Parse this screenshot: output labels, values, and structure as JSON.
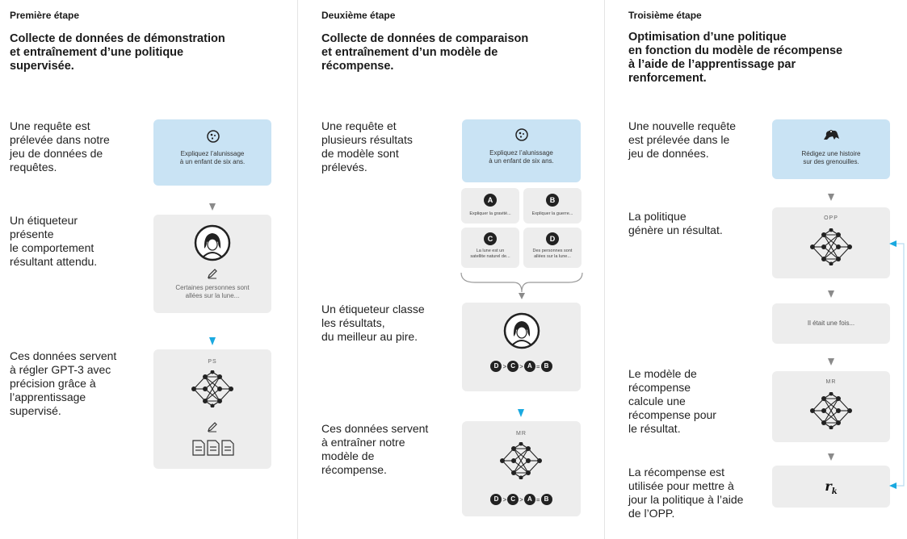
{
  "steps": [
    {
      "label": "Première étape",
      "title": "Collecte de données de démonstration\net entraînement d’une politique\nsupervisée.",
      "descs": [
        "Une requête est\nprélevée dans notre\njeu de données de\nrequêtes.",
        "Un étiqueteur\nprésente\nle comportement\nrésultant attendu.",
        "Ces données servent\nà régler GPT-3 avec\nprécision grâce à\nl’apprentissage\nsupervisé."
      ],
      "prompt": "Expliquez l’alunissage\nà un enfant de six ans.",
      "demo_text": "Certaines personnes sont\nallées sur la lune...",
      "model_label": "PS"
    },
    {
      "label": "Deuxième étape",
      "title": "Collecte de données de comparaison\net entraînement d’un modèle de\nrécompense.",
      "descs": [
        "Une requête et\nplusieurs résultats\nde modèle sont\nprélevés.",
        "Un étiqueteur classe\nles résultats,\ndu meilleur au pire.",
        "Ces données servent\nà entraîner notre\nmodèle de\nrécompense."
      ],
      "prompt": "Expliquez l’alunissage\nà un enfant de six ans.",
      "outputs": [
        {
          "letter": "A",
          "text": "Expliquer la gravité..."
        },
        {
          "letter": "B",
          "text": "Expliquer la guerre..."
        },
        {
          "letter": "C",
          "text": "La lune est un\nsatellite naturel de..."
        },
        {
          "letter": "D",
          "text": "Des personnes sont\nallées sur la lune..."
        }
      ],
      "ranking": [
        "D",
        ">",
        "C",
        ">",
        "A",
        "=",
        "B"
      ],
      "model_label": "MR"
    },
    {
      "label": "Troisième étape",
      "title": "Optimisation d’une politique\nen fonction du modèle de récompense\nà l’aide de l’apprentissage par\nrenforcement.",
      "descs": [
        "Une nouvelle requête\nest prélevée dans le\njeu de données.",
        "La politique\ngénère un résultat.",
        "Le modèle de\nrécompense\ncalcule une\nrécompense pour\nle résultat.",
        "La récompense est\nutilisée pour mettre à\njour la politique à l’aide\nde l’OPP."
      ],
      "prompt": "Rédigez une histoire\nsur des grenouilles.",
      "policy_label": "OPP",
      "output_text": "Il était une fois...",
      "model_label": "MR",
      "reward": "r",
      "reward_sub": "k"
    }
  ],
  "colors": {
    "accent": "#1aa9e0",
    "prompt_bg": "#c9e3f4",
    "card_bg": "#ededed"
  }
}
